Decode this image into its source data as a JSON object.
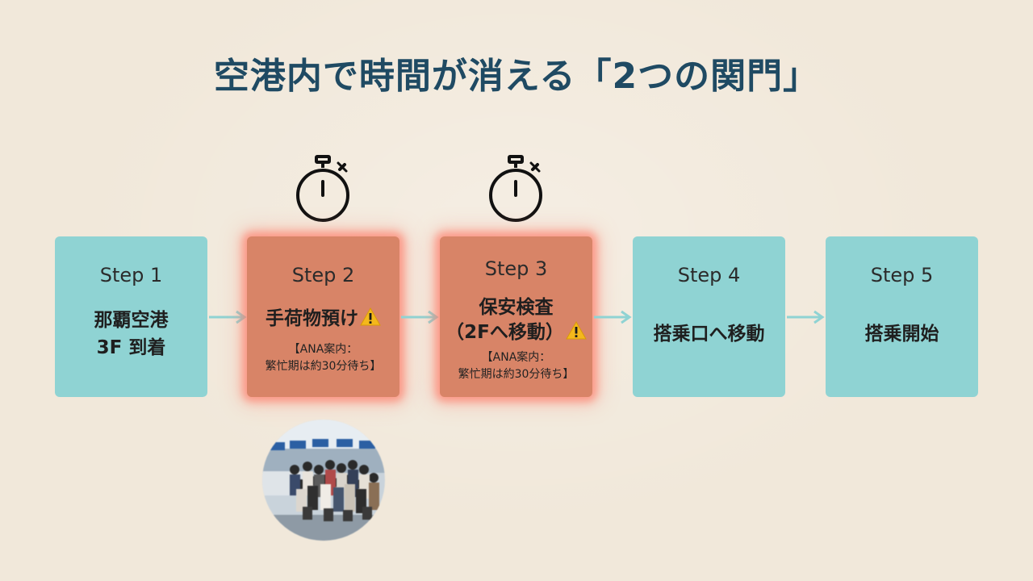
{
  "title": "空港内で時間が消える「2つの関門」",
  "steps": [
    {
      "label": "Step 1",
      "main_lines": [
        "那覇空港",
        "3F 到着"
      ],
      "status": "normal"
    },
    {
      "label": "Step 2",
      "main_lines": [
        "手荷物預け"
      ],
      "note_lines": [
        "【ANA案内：",
        "繁忙期は約30分待ち】"
      ],
      "status": "bottleneck"
    },
    {
      "label": "Step 3",
      "main_lines": [
        "保安検査",
        "（2Fへ移動）"
      ],
      "note_lines": [
        "【ANA案内：",
        "繁忙期は約30分待ち】"
      ],
      "status": "bottleneck"
    },
    {
      "label": "Step 4",
      "main_lines": [
        "搭乗口へ移動"
      ],
      "status": "normal"
    },
    {
      "label": "Step 5",
      "main_lines": [
        "搭乗開始"
      ],
      "status": "normal"
    }
  ],
  "icons": {
    "timer": "stopwatch-icon",
    "warning": "warning-icon",
    "flow": "arrow-right-icon",
    "photo": "crowded-checkin-counter-photo"
  },
  "colors": {
    "title": "#1f4a63",
    "background": "#f1e8da",
    "normal_step": "#8fd3d3",
    "bottleneck_step": "#d88467",
    "bottleneck_glow": "#ff6e5a",
    "arrow": "#8fd3d3",
    "warning": "#f4b81c"
  }
}
